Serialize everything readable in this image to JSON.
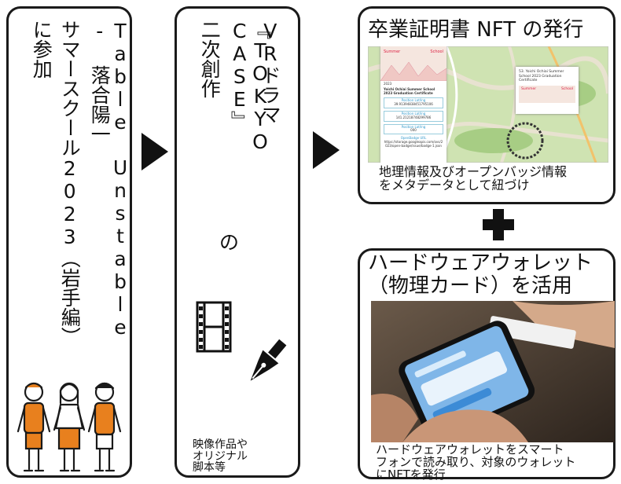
{
  "box1": {
    "col1": "Table Unstable - 落合陽一",
    "col2": "サマースクール2023（岩手編）",
    "col3": "に参加"
  },
  "box2": {
    "col1": "VRドラマ",
    "col2": "『TOKYO CASE』",
    "col3": "二次創作",
    "no": "の",
    "caption_lines": [
      "映像作品や",
      "オリジナル",
      "脚本等"
    ]
  },
  "box3": {
    "title": "卒業証明書 NFT の発行",
    "caption_lines": [
      "地理情報及びオープンバッジ情報",
      "をメタデータとして紐づけ"
    ],
    "cert": {
      "badge_left": "Summer",
      "badge_right": "School",
      "year": "2023",
      "title_line1": "Yoichi Ochiai Summer School",
      "title_line2": "2023 Graduation Certificate",
      "field1_label": "Position Lat/lng",
      "field1_value": "39.91394838451795106",
      "field2_label": "Position Lat/lng",
      "field2_value": "141.21218748299786",
      "field3_label": "Position Lat/lng",
      "field3_value": "000",
      "link_label": "OpenBadge URL",
      "link_value": "https://storage.googleapis.com/ovs/2023/open-badge/issue/badge-1.json"
    },
    "map_popup": {
      "line1": "53. Yoichi Ochiai Summer",
      "line2": "School 2023 Graduation",
      "line3": "Certificate",
      "badge_left": "Summer",
      "badge_right": "School"
    }
  },
  "plus": "+",
  "box4": {
    "title_lines": [
      "ハードウェアウォレット",
      "（物理カード）を活用"
    ],
    "caption_lines": [
      "ハードウェアウォレットをスマート",
      "フォンで読み取り、対象のウォレット",
      "にNFTを発行"
    ]
  },
  "colors": {
    "border": "#1a1a1a",
    "person_orange": "#e8801e",
    "arrow": "#111111",
    "map_green": "#b9d89a",
    "map_road": "#ffffff",
    "route_red": "#d9534f"
  }
}
